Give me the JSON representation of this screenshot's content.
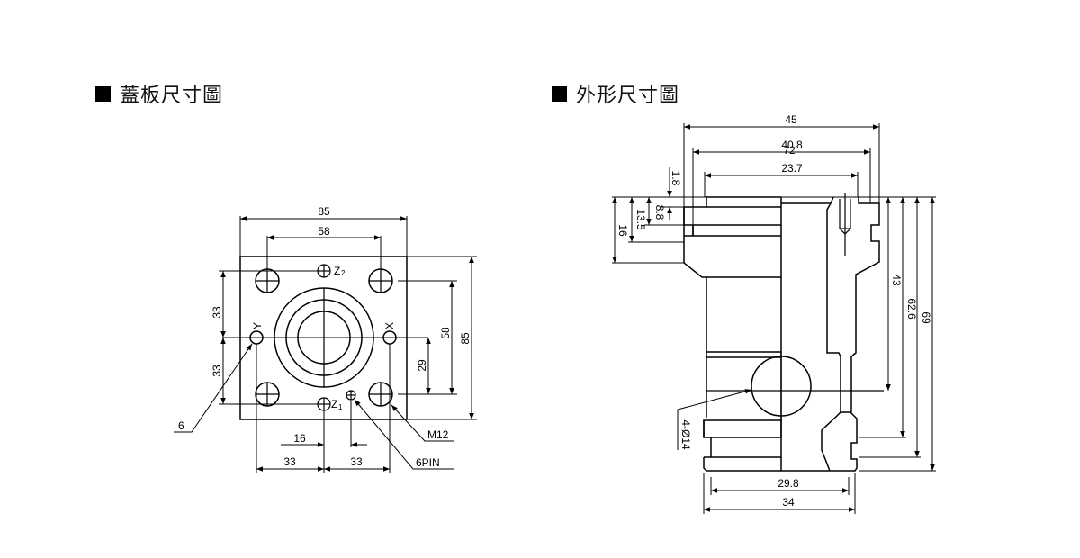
{
  "titles": {
    "cover_plate": "蓋板尺寸圖",
    "outline": "外形尺寸圖"
  },
  "cover_plate": {
    "labels": {
      "z2": "Z",
      "z2_sub": "2",
      "z1": "Z",
      "z1_sub": "1",
      "x": "X",
      "y": "Y",
      "m12": "M12",
      "pin": "6PIN",
      "hole6": "6"
    },
    "dims": {
      "width_outer": "85",
      "width_bolt": "58",
      "height_outer": "85",
      "height_bolt": "58",
      "x_to_bolt": "29",
      "left_upper": "33",
      "left_lower": "33",
      "bottom_left": "33",
      "bottom_right": "33",
      "pin_offset": "16"
    }
  },
  "outline": {
    "dims": {
      "w45": "45",
      "w40_8": "40.8",
      "w72": "72",
      "w23_7": "23.7",
      "h1_8": "1.8",
      "h8_8": "8.8",
      "h13_5": "13.5",
      "h16": "16",
      "h43": "43",
      "h62_6": "62.6",
      "h69": "69",
      "port": "4-Ø14",
      "w29_8": "29.8",
      "w34": "34"
    }
  }
}
